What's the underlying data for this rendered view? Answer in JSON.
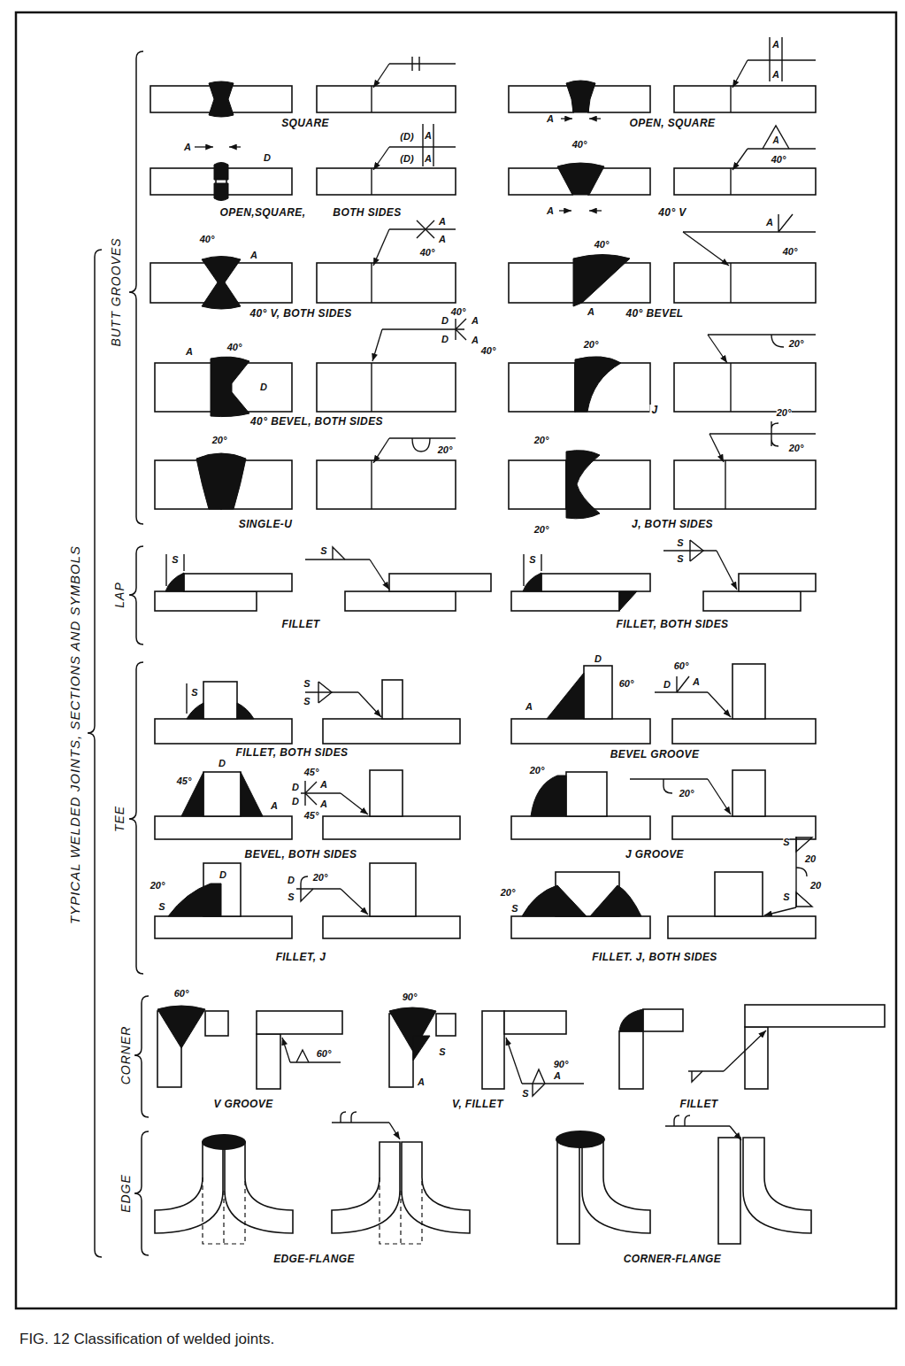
{
  "diagram": {
    "title": "TYPICAL WELDED JOINTS, SECTIONS AND SYMBOLS",
    "caption": "FIG. 12 Classification of welded joints.",
    "labels": [
      "BUTT GROOVES",
      "LAP",
      "TEE",
      "CORNER",
      "EDGE",
      "SQUARE",
      "A",
      "A",
      "A",
      "OPEN, SQUARE",
      "A",
      "D",
      "(D)",
      "A",
      "(D)",
      "A",
      "OPEN,SQUARE,",
      "BOTH SIDES",
      "40°",
      "A",
      "A",
      "40°",
      "40° V",
      "40°",
      "A",
      "A",
      "A",
      "40°",
      "40° V, BOTH SIDES",
      "40°",
      "A",
      "A",
      "40°",
      "40° BEVEL",
      "A",
      "40°",
      "D",
      "40°",
      "D",
      "A",
      "D",
      "A",
      "40°",
      "40° BEVEL, BOTH SIDES",
      "20°",
      "20°",
      "J",
      "20°",
      "20°",
      "SINGLE-U",
      "20°",
      "20°",
      "20°",
      "20°",
      "J, BOTH SIDES",
      "S",
      "S",
      "FILLET",
      "S",
      "S",
      "S",
      "FILLET, BOTH SIDES",
      "S",
      "S",
      "S",
      "FILLET, BOTH SIDES",
      "A",
      "D",
      "60°",
      "60°",
      "D",
      "A",
      "BEVEL GROOVE",
      "D",
      "45°",
      "A",
      "45°",
      "D",
      "A",
      "D",
      "A",
      "45°",
      "BEVEL, BOTH SIDES",
      "20°",
      "20°",
      "J GROOVE",
      "20°",
      "S",
      "D",
      "D",
      "S",
      "20°",
      "FILLET, J",
      "20°",
      "S",
      "S",
      "20",
      "20",
      "S",
      "FILLET. J, BOTH SIDES",
      "60°",
      "60°",
      "V GROOVE",
      "90°",
      "S",
      "A",
      "90°",
      "A",
      "S",
      "V, FILLET",
      "FILLET",
      "EDGE-FLANGE",
      "CORNER-FLANGE"
    ]
  }
}
